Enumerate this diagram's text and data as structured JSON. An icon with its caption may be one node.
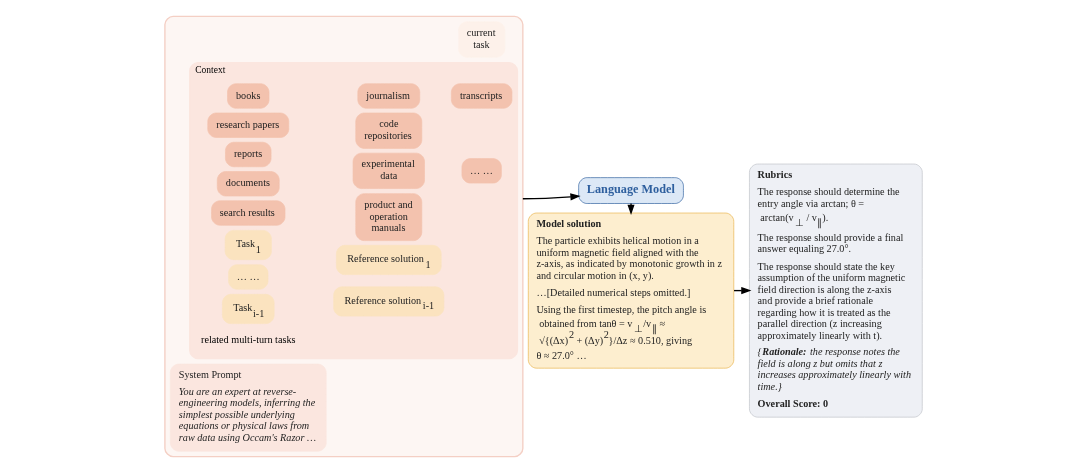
{
  "diagram": {
    "nodes": [
      {
        "text": [],
        "shape": "box"
      },
      {
        "text": [
          "System Prompt",
          "You are an expert at reverse-engineering models, inferring the simplest possible underlying equations or physical laws from raw data using Occam's Razor …"
        ],
        "in": 0
      },
      {
        "text": [
          "Context"
        ],
        "in": 0
      },
      {
        "text": [
          "books"
        ],
        "in": 2
      },
      {
        "text": [
          "journalism"
        ],
        "in": 2
      },
      {
        "text": [
          "transcripts"
        ],
        "in": 2
      },
      {
        "text": [
          "research papers"
        ],
        "in": 2
      },
      {
        "text": [
          "code repositories"
        ],
        "in": 2
      },
      {
        "text": [
          "reports"
        ],
        "in": 2
      },
      {
        "text": [
          "experimental data"
        ],
        "in": 2
      },
      {
        "text": [
          "… …"
        ],
        "in": 2
      },
      {
        "text": [
          "documents"
        ],
        "in": 2
      },
      {
        "text": [
          "search results"
        ],
        "in": 2
      },
      {
        "text": [
          "product and operation manuals"
        ],
        "in": 2
      },
      {
        "text": [
          "Task$_{1}$"
        ],
        "in": 2
      },
      {
        "text": [
          "Reference solution$_{1}$"
        ],
        "in": 2
      },
      {
        "text": [
          "… …"
        ],
        "in": 2
      },
      {
        "text": [
          "Task$_{i-1}$"
        ],
        "in": 2
      },
      {
        "text": [
          "Reference solution$_{i-1}$"
        ],
        "in": 2
      },
      {
        "text": [
          "current task"
        ],
        "in": 0
      },
      {
        "text": [
          "Language Model"
        ]
      },
      {
        "text": [
          "Model solution",
          "The particle exhibits helical motion in a uniform magnetic field aligned with the z-axis, as indicated by monotonic growth in z and circular motion in (x, y).",
          "…[Detailed numerical steps omitted.]",
          "Using the first timestep, the pitch angle is obtained from tanθ = v$_{⊥}$/v$_{∥}$ ≈ √{(Δx)$^{2}$ + (Δy)$^{2}$}/Δz ≈ 0.510, giving θ ≈ 27.0° …"
        ]
      },
      {
        "text": [
          "Rubrics",
          "The response should determine the entry angle via arctan; θ = arctan(v$_{⊥}$ / v$_{∥}$).",
          "The response should provide a final answer equaling 27.0°.",
          "The response should state the key assumption of the uniform magnetic field direction is along the z-axis and provide a brief rationale regarding how it is treated as the parallel direction (z increasing approximately linearly with t).",
          "{**Rationale:** the response notes the field is along z but omits that z increases approximately linearly with time.}",
          "Overall Score: 0"
        ]
      }
    ],
    "edges": [
      {
        "from": 0,
        "to": 20,
        "arrow": "to"
      },
      {
        "from": 20,
        "to": 21,
        "arrow": "to"
      },
      {
        "from": 21,
        "to": 22,
        "arrow": "to"
      }
    ],
    "labels": [
      "related multi-turn tasks"
    ]
  }
}
